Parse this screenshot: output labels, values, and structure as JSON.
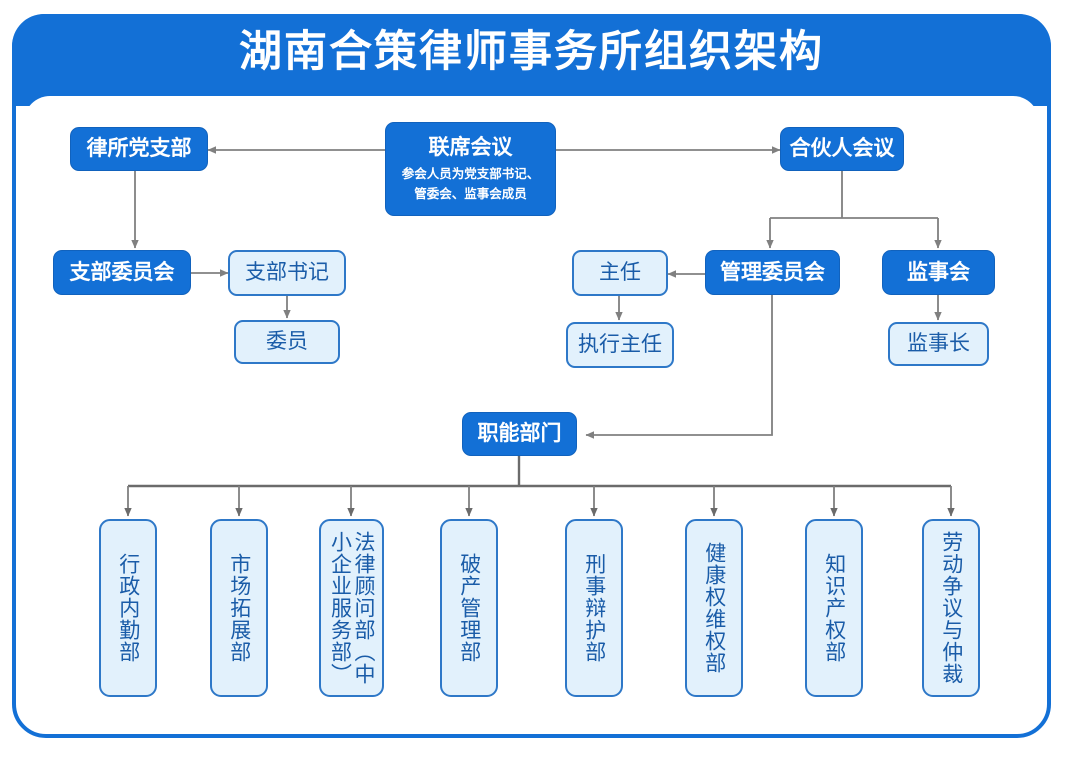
{
  "header": {
    "title": "湖南合策律师事务所组织架构"
  },
  "colors": {
    "frame_blue": "#1370D6",
    "node_dark_fill": "#1370D6",
    "node_light_fill": "#E2F1FC",
    "node_light_border": "#2E78C8",
    "node_light_text": "#1A5CA8",
    "connector_gray": "#808080",
    "connector_dark_gray": "#595959"
  },
  "nodes": {
    "party_branch": {
      "label": "律所党支部",
      "style": "dark"
    },
    "joint_meeting": {
      "label": "联席会议",
      "subtitle_line1": "参会人员为党支部书记、",
      "subtitle_line2": "管委会、监事会成员",
      "style": "dark"
    },
    "partner_meeting": {
      "label": "合伙人会议",
      "style": "dark"
    },
    "branch_committee": {
      "label": "支部委员会",
      "style": "dark"
    },
    "branch_secretary": {
      "label": "支部书记",
      "style": "light"
    },
    "committee_member": {
      "label": "委员",
      "style": "light"
    },
    "director": {
      "label": "主任",
      "style": "light"
    },
    "management_committee": {
      "label": "管理委员会",
      "style": "dark"
    },
    "supervisory_board": {
      "label": "监事会",
      "style": "dark"
    },
    "executive_director": {
      "label": "执行主任",
      "style": "light"
    },
    "chief_supervisor": {
      "label": "监事长",
      "style": "light"
    },
    "functional_departments": {
      "label": "职能部门",
      "style": "dark"
    }
  },
  "departments": [
    {
      "label": "行政内勤部"
    },
    {
      "label": "市场拓展部"
    },
    {
      "label": "法律顾问部（中小企业服务部）"
    },
    {
      "label": "破产管理部"
    },
    {
      "label": "刑事辩护部"
    },
    {
      "label": "健康权维权部"
    },
    {
      "label": "知识产权部"
    },
    {
      "label": "劳动争议与仲裁"
    }
  ]
}
